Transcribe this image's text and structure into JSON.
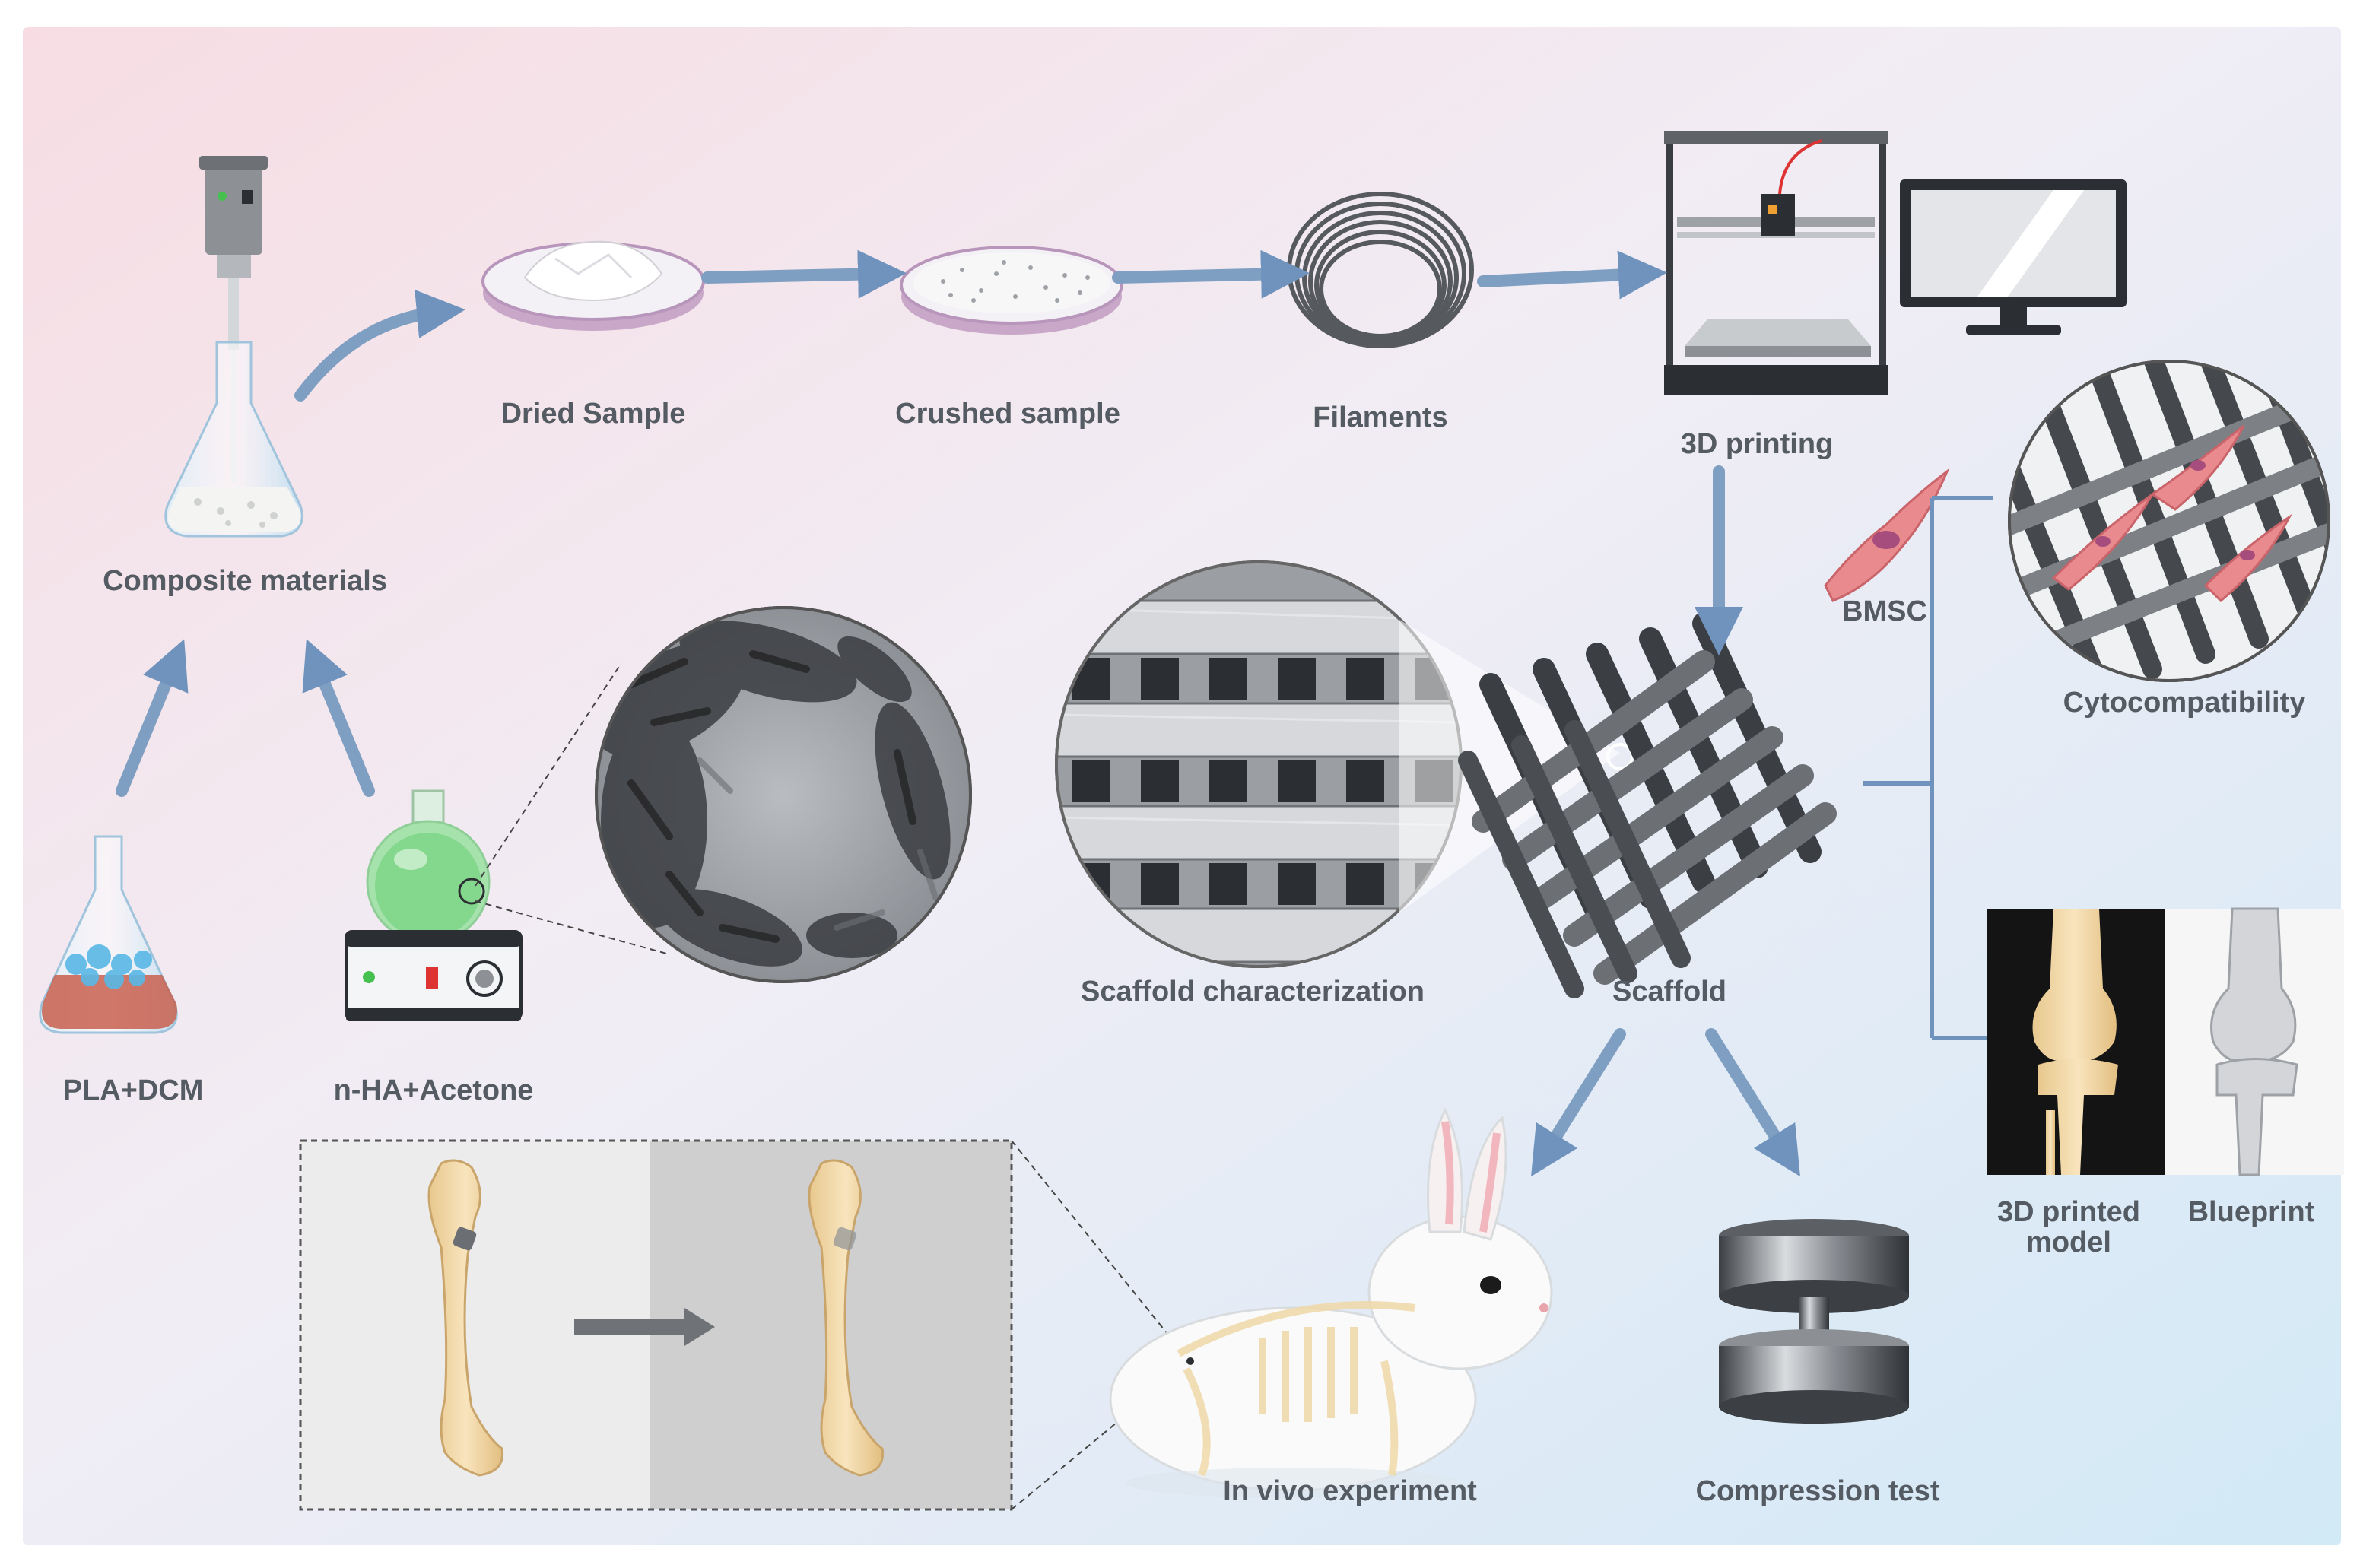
{
  "labels": {
    "composite_materials": "Composite materials",
    "dried_sample": "Dried Sample",
    "crushed_sample": "Crushed sample",
    "filaments": "Filaments",
    "printing_3d": "3D printing",
    "bmsc": "BMSC",
    "cytocompatibility": "Cytocompatibility",
    "pla_dcm": "PLA+DCM",
    "nha_acetone": "n-HA+Acetone",
    "scaffold_characterization": "Scaffold characterization",
    "scaffold": "Scaffold",
    "printed_model_3d": "3D printed model",
    "blueprint": "Blueprint",
    "in_vivo_experiment": "In vivo experiment",
    "compression_test": "Compression test"
  },
  "colors": {
    "arrow": "#7f9fc2",
    "label": "#555b63",
    "rod": "#5f6368",
    "bone": "#f2d9a6",
    "cell": "#e98a8f",
    "solution_green": "#7ed687",
    "solution_red": "#c8604f",
    "solution_blue": "#59b8e6"
  }
}
